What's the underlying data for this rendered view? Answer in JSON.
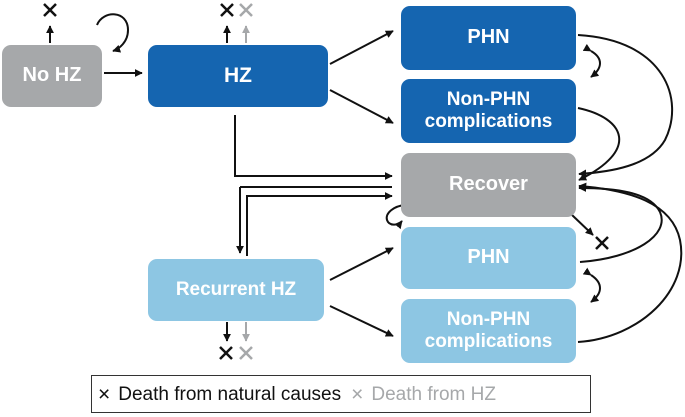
{
  "nodes": {
    "no_hz": "No HZ",
    "hz": "HZ",
    "phn_top": "PHN",
    "nonphn_top": "Non-PHN complications",
    "recover": "Recover",
    "phn_bottom": "PHN",
    "nonphn_bottom": "Non-PHN complications",
    "recurrent_hz": "Recurrent HZ"
  },
  "legend": {
    "natural_mark": "×",
    "natural_label": "Death from natural causes",
    "hz_mark": "×",
    "hz_label": "Death from HZ"
  },
  "colors": {
    "grey_node": "#a6a8aa",
    "dark_blue_node": "#1565b0",
    "light_blue_node": "#8dc6e3",
    "arrow": "#111111",
    "hz_death_mark": "#a6a8aa"
  }
}
